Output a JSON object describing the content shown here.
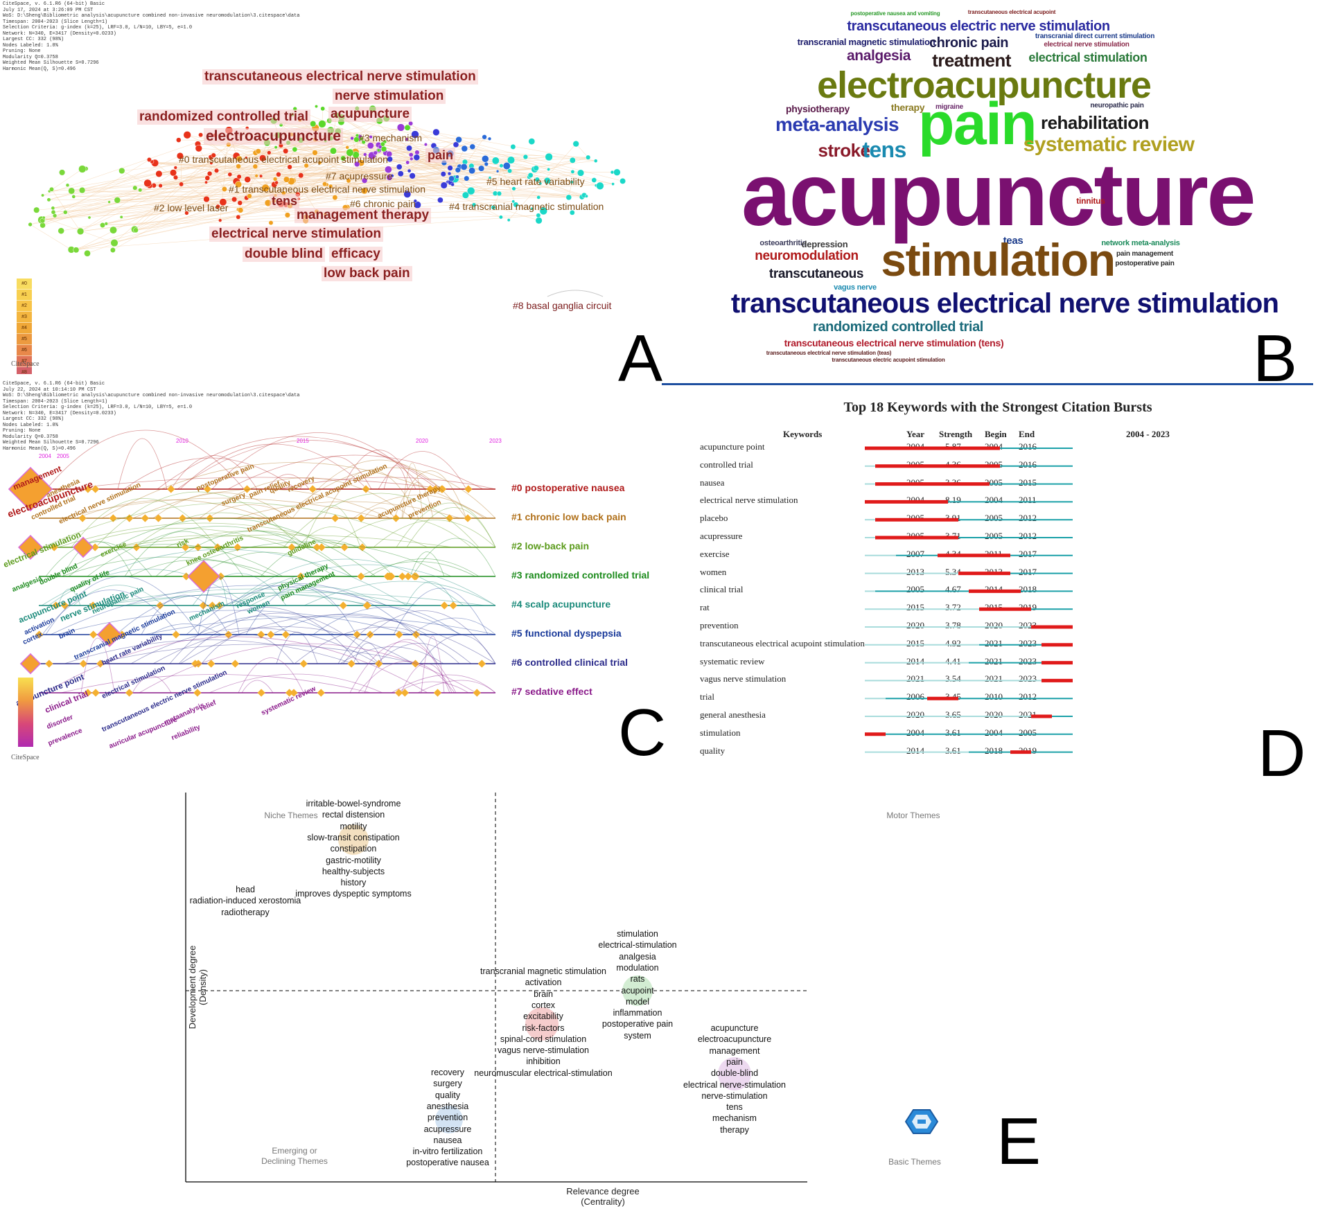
{
  "letters": {
    "a": "A",
    "b": "B",
    "c": "C",
    "d": "D",
    "e": "E"
  },
  "panel_a": {
    "meta": [
      "CiteSpace, v. 6.1.R6 (64-bit) Basic",
      "July 17, 2024 at 3:26:09 PM CST",
      "WoS: D:\\Sheng\\Bibliometric analysis\\acupuncture combined  non-invasive neuromodulation\\3.citespace\\data",
      "Timespan: 2004-2023 (Slice Length=1)",
      "Selection Criteria: g-index (k=25), LRF=3.0, L/N=10, LBY=5, e=1.0",
      "Network: N=340, E=3417 (Density=0.0233)",
      "Largest CC: 332 (98%)",
      "Nodes Labeled: 1.0%",
      "Pruning: None",
      "Modularity Q=0.3758",
      "Weighted Mean Silhouette S=0.7296",
      "Harmonic Mean(Q, S)=0.496"
    ],
    "keywords": [
      "transcutaneous electrical nerve stimulation",
      "nerve stimulation",
      "randomized controlled trial",
      "acupuncture",
      "electroacupuncture",
      "pain",
      "tens",
      "management therapy",
      "electrical nerve stimulation",
      "double blind",
      "efficacy",
      "low back pain"
    ],
    "clusters": [
      "#3 mechanism",
      "#0 transcutaneous electrical acupoint stimulation",
      "#7 acupressure",
      "#5 heart rate variability",
      "#1 transcutaneous electrical nerve stimulation",
      "#6 chronic pain",
      "#2 low level laser",
      "#4 transcranial magnetic stimulation",
      "#8 basal ganglia circuit"
    ],
    "legend": [
      "#0",
      "#1",
      "#2",
      "#3",
      "#4",
      "#5",
      "#6",
      "#7",
      "#8"
    ],
    "brand": "CiteSpace"
  },
  "panel_b": {
    "words": [
      {
        "t": "postoperative nausea and vomiting",
        "c": "#2a9a2a"
      },
      {
        "t": "transcutaneous electrical acupoint",
        "c": "#7a1a1a"
      },
      {
        "t": "transcutaneous electric nerve stimulation",
        "c": "#2a2aa0"
      },
      {
        "t": "transcranial magnetic stimulation",
        "c": "#1a1a6a"
      },
      {
        "t": "chronic pain",
        "c": "#1a1a4a"
      },
      {
        "t": "transcranial direct current stimulation",
        "c": "#1a3a8a"
      },
      {
        "t": "analgesia",
        "c": "#5a1a6a"
      },
      {
        "t": "treatment",
        "c": "#2a1a1a"
      },
      {
        "t": "electrical nerve stimulation",
        "c": "#8a2a4a"
      },
      {
        "t": "electrical stimulation",
        "c": "#2a7a3a"
      },
      {
        "t": "electroacupuncture",
        "c": "#6a7a10"
      },
      {
        "t": "physiotherapy",
        "c": "#5a1a4a"
      },
      {
        "t": "therapy",
        "c": "#8a7a20"
      },
      {
        "t": "migraine",
        "c": "#6a2a6a"
      },
      {
        "t": "rehabilitation",
        "c": "#1a1a1a"
      },
      {
        "t": "neuropathic pain",
        "c": "#2a2a4a"
      },
      {
        "t": "meta-analysis",
        "c": "#2a3ab0"
      },
      {
        "t": "pain",
        "c": "#2adb2a"
      },
      {
        "t": "systematic review",
        "c": "#b0a020"
      },
      {
        "t": "stroke",
        "c": "#8a1a2a"
      },
      {
        "t": "tens",
        "c": "#1a8ab0"
      },
      {
        "t": "acupuncture",
        "c": "#7a1070"
      },
      {
        "t": "tinnitus",
        "c": "#b01a1a"
      },
      {
        "t": "osteoarthritis",
        "c": "#3a3a5a"
      },
      {
        "t": "depression",
        "c": "#3a3a3a"
      },
      {
        "t": "teas",
        "c": "#1a3a8a"
      },
      {
        "t": "network meta-analysis",
        "c": "#1a8a5a"
      },
      {
        "t": "neuromodulation",
        "c": "#b01a1a"
      },
      {
        "t": "stimulation",
        "c": "#7a4a10"
      },
      {
        "t": "pain management",
        "c": "#2a2a2a"
      },
      {
        "t": "postoperative pain",
        "c": "#2a2a2a"
      },
      {
        "t": "transcutaneous",
        "c": "#1a1a2a"
      },
      {
        "t": "vagus nerve",
        "c": "#1a8ab0"
      },
      {
        "t": "transcutaneous electrical nerve stimulation",
        "c": "#101070"
      },
      {
        "t": "randomized controlled trial",
        "c": "#1a6a7a"
      },
      {
        "t": "transcutaneous electrical nerve stimulation (tens)",
        "c": "#b01a2a"
      },
      {
        "t": "transcutaneous electrical nerve stimulation (teas)",
        "c": "#5a1a1a"
      },
      {
        "t": "transcutaneous electric acupoint stimulation",
        "c": "#5a1a1a"
      }
    ]
  },
  "panel_c": {
    "meta": [
      "CiteSpace, v. 6.1.R6 (64-bit) Basic",
      "July 22, 2024 at 10:14:10 PM CST",
      "WoS: D:\\Sheng\\Bibliometric analysis\\acupuncture combined  non-invasive neuromodulation\\3.citespace\\data",
      "Timespan: 2004-2023 (Slice Length=1)",
      "Selection Criteria: g-index (k=25), LRF=3.0, L/N=10, LBY=5, e=1.0",
      "Network: N=340, E=3417 (Density=0.0233)",
      "Largest CC: 332 (98%)",
      "Nodes Labeled: 1.0%",
      "Pruning: None",
      "Modularity Q=0.3758",
      "Weighted Mean Silhouette S=0.7296",
      "Harmonic Mean(Q, S)=0.496"
    ],
    "years": [
      "2004",
      "2005",
      "2010",
      "2015",
      "2020",
      "2023"
    ],
    "clusters": [
      {
        "t": "#0 postoperative nausea",
        "c": "#b01a1a"
      },
      {
        "t": "#1 chronic low back pain",
        "c": "#b0701a"
      },
      {
        "t": "#2 low-back pain",
        "c": "#5a9a1a"
      },
      {
        "t": "#3 randomized controlled trial",
        "c": "#1a8a1a"
      },
      {
        "t": "#4 scalp acupuncture",
        "c": "#1a8a7a"
      },
      {
        "t": "#5 functional dyspepsia",
        "c": "#1a3a9a"
      },
      {
        "t": "#6 controlled clinical trial",
        "c": "#2a2a8a"
      },
      {
        "t": "#7 sedative effect",
        "c": "#8a1a8a"
      }
    ],
    "keywords": [
      "management",
      "electroacupuncture",
      "anesthesia",
      "controlled trial",
      "electrical nerve stimulation",
      "postoperative pain",
      "surgery",
      "pain relief",
      "quality",
      "recovery",
      "transcutaneous electrical acupoint stimulation",
      "acupuncture therapy",
      "prevention",
      "exercise",
      "risk",
      "knee osteoarthritis",
      "guideline",
      "physical therapy",
      "pain management",
      "electrical stimulation",
      "analgesia",
      "double blind",
      "quality of life",
      "acupuncture point",
      "nerve stimulation",
      "neuropathic pain",
      "mechanism",
      "response",
      "women",
      "cortex",
      "brain",
      "activation",
      "transcranial magnetic stimulation",
      "heart rate variability",
      "electrical stimulation",
      "transcutaneous electric nerve stimulation",
      "metaanalysis",
      "relief",
      "systematic review",
      "acupuncture point",
      "clinical trial",
      "disorder",
      "prevalence",
      "auricular acupuncture",
      "reliability"
    ],
    "brand": "CiteSpace"
  },
  "panel_d": {
    "title": "Top 18 Keywords with the Strongest Citation Bursts",
    "headers": {
      "keywords": "Keywords",
      "year": "Year",
      "strength": "Strength",
      "begin": "Begin",
      "end": "End",
      "range": "2004 - 2023"
    },
    "range_start": 2004,
    "range_end": 2023,
    "rows": [
      {
        "k": "acupuncture point",
        "y": "2004",
        "s": "5.87",
        "b": "2004",
        "e": "2016"
      },
      {
        "k": "controlled trial",
        "y": "2005",
        "s": "4.36",
        "b": "2005",
        "e": "2016"
      },
      {
        "k": "nausea",
        "y": "2005",
        "s": "3.36",
        "b": "2005",
        "e": "2015"
      },
      {
        "k": "electrical nerve stimulation",
        "y": "2004",
        "s": "8.19",
        "b": "2004",
        "e": "2011"
      },
      {
        "k": "placebo",
        "y": "2005",
        "s": "3.91",
        "b": "2005",
        "e": "2012"
      },
      {
        "k": "acupressure",
        "y": "2005",
        "s": "3.71",
        "b": "2005",
        "e": "2012"
      },
      {
        "k": "exercise",
        "y": "2007",
        "s": "4.34",
        "b": "2011",
        "e": "2017"
      },
      {
        "k": "women",
        "y": "2013",
        "s": "5.34",
        "b": "2013",
        "e": "2017"
      },
      {
        "k": "clinical trial",
        "y": "2005",
        "s": "4.67",
        "b": "2014",
        "e": "2018"
      },
      {
        "k": "rat",
        "y": "2015",
        "s": "3.72",
        "b": "2015",
        "e": "2019"
      },
      {
        "k": "prevention",
        "y": "2020",
        "s": "3.78",
        "b": "2020",
        "e": "2023"
      },
      {
        "k": "transcutaneous electrical acupoint stimulation",
        "y": "2015",
        "s": "4.92",
        "b": "2021",
        "e": "2023"
      },
      {
        "k": "systematic review",
        "y": "2014",
        "s": "4.41",
        "b": "2021",
        "e": "2023"
      },
      {
        "k": "vagus nerve stimulation",
        "y": "2021",
        "s": "3.54",
        "b": "2021",
        "e": "2023"
      },
      {
        "k": "trial",
        "y": "2006",
        "s": "3.45",
        "b": "2010",
        "e": "2012"
      },
      {
        "k": "general anesthesia",
        "y": "2020",
        "s": "3.65",
        "b": "2020",
        "e": "2021"
      },
      {
        "k": "stimulation",
        "y": "2004",
        "s": "3.61",
        "b": "2004",
        "e": "2005"
      },
      {
        "k": "quality",
        "y": "2014",
        "s": "3.61",
        "b": "2018",
        "e": "2019"
      }
    ],
    "colors": {
      "burst": "#e01a1a",
      "active": "#1aa0a8",
      "inactive": "#a8dcdc"
    }
  },
  "panel_e": {
    "quadrants": {
      "niche": "Niche Themes",
      "motor": "Motor Themes",
      "emerging": "Emerging or\nDeclining Themes",
      "basic": "Basic Themes"
    },
    "xlabel": "Relevance degree\n(Centrality)",
    "ylabel": "Development degree\n(Density)",
    "clusters": [
      {
        "words": [
          "irritable-bowel-syndrome",
          "rectal distension",
          "motility",
          "slow-transit constipation",
          "constipation",
          "gastric-motility",
          "healthy-subjects",
          "history",
          "improves dyspeptic symptoms"
        ],
        "color": "#f0d8b0"
      },
      {
        "words": [
          "head",
          "radiation-induced xerostomia",
          "radiotherapy"
        ],
        "color": null
      },
      {
        "words": [
          "stimulation",
          "electrical-stimulation",
          "analgesia",
          "modulation",
          "rats",
          "acupoint",
          "model",
          "inflammation",
          "postoperative pain",
          "system"
        ],
        "color": "#c8e8c8"
      },
      {
        "words": [
          "transcranial magnetic stimulation",
          "activation",
          "brain",
          "cortex",
          "excitability",
          "risk-factors",
          "spinal-cord stimulation",
          "vagus nerve-stimulation",
          "inhibition",
          "neuromuscular electrical-stimulation"
        ],
        "color": "#f4c0c0"
      },
      {
        "words": [
          "recovery",
          "surgery",
          "quality",
          "anesthesia",
          "prevention",
          "acupressure",
          "nausea",
          "in-vitro fertilization",
          "postoperative nausea"
        ],
        "color": "#c8dcf0"
      },
      {
        "words": [
          "acupuncture",
          "electroacupuncture",
          "management",
          "pain",
          "double-blind",
          "electrical nerve-stimulation",
          "nerve-stimulation",
          "tens",
          "mechanism",
          "therapy"
        ],
        "color": "#e8d0ec"
      }
    ]
  }
}
